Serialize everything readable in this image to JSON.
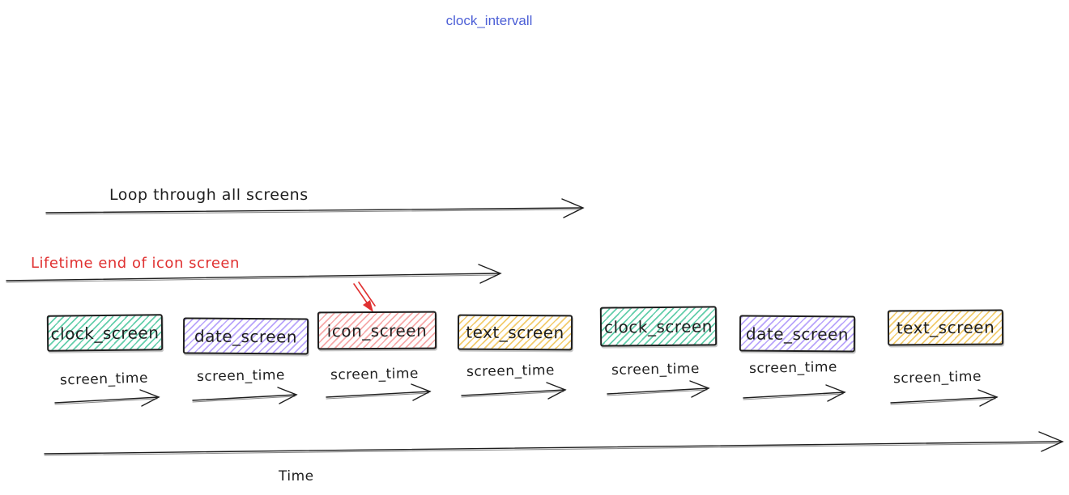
{
  "title": "clock_intervall",
  "annotations": {
    "loop_arrow_label": "Loop through all screens",
    "lifetime_arrow_label": "Lifetime end of icon screen",
    "time_axis_label": "Time",
    "screen_time_label": "screen_time"
  },
  "screens": [
    {
      "label": "clock_screen",
      "color": "#52c9a2"
    },
    {
      "label": "date_screen",
      "color": "#a78efa"
    },
    {
      "label": "icon_screen",
      "color": "#f59a9a"
    },
    {
      "label": "text_screen",
      "color": "#f0c354"
    },
    {
      "label": "clock_screen",
      "color": "#52c9a2"
    },
    {
      "label": "date_screen",
      "color": "#a78efa"
    },
    {
      "label": "text_screen",
      "color": "#f0c354"
    }
  ],
  "colors": {
    "title_text": "#4c5fd6",
    "ink": "#1e1e1e",
    "highlight_red": "#e03131"
  }
}
